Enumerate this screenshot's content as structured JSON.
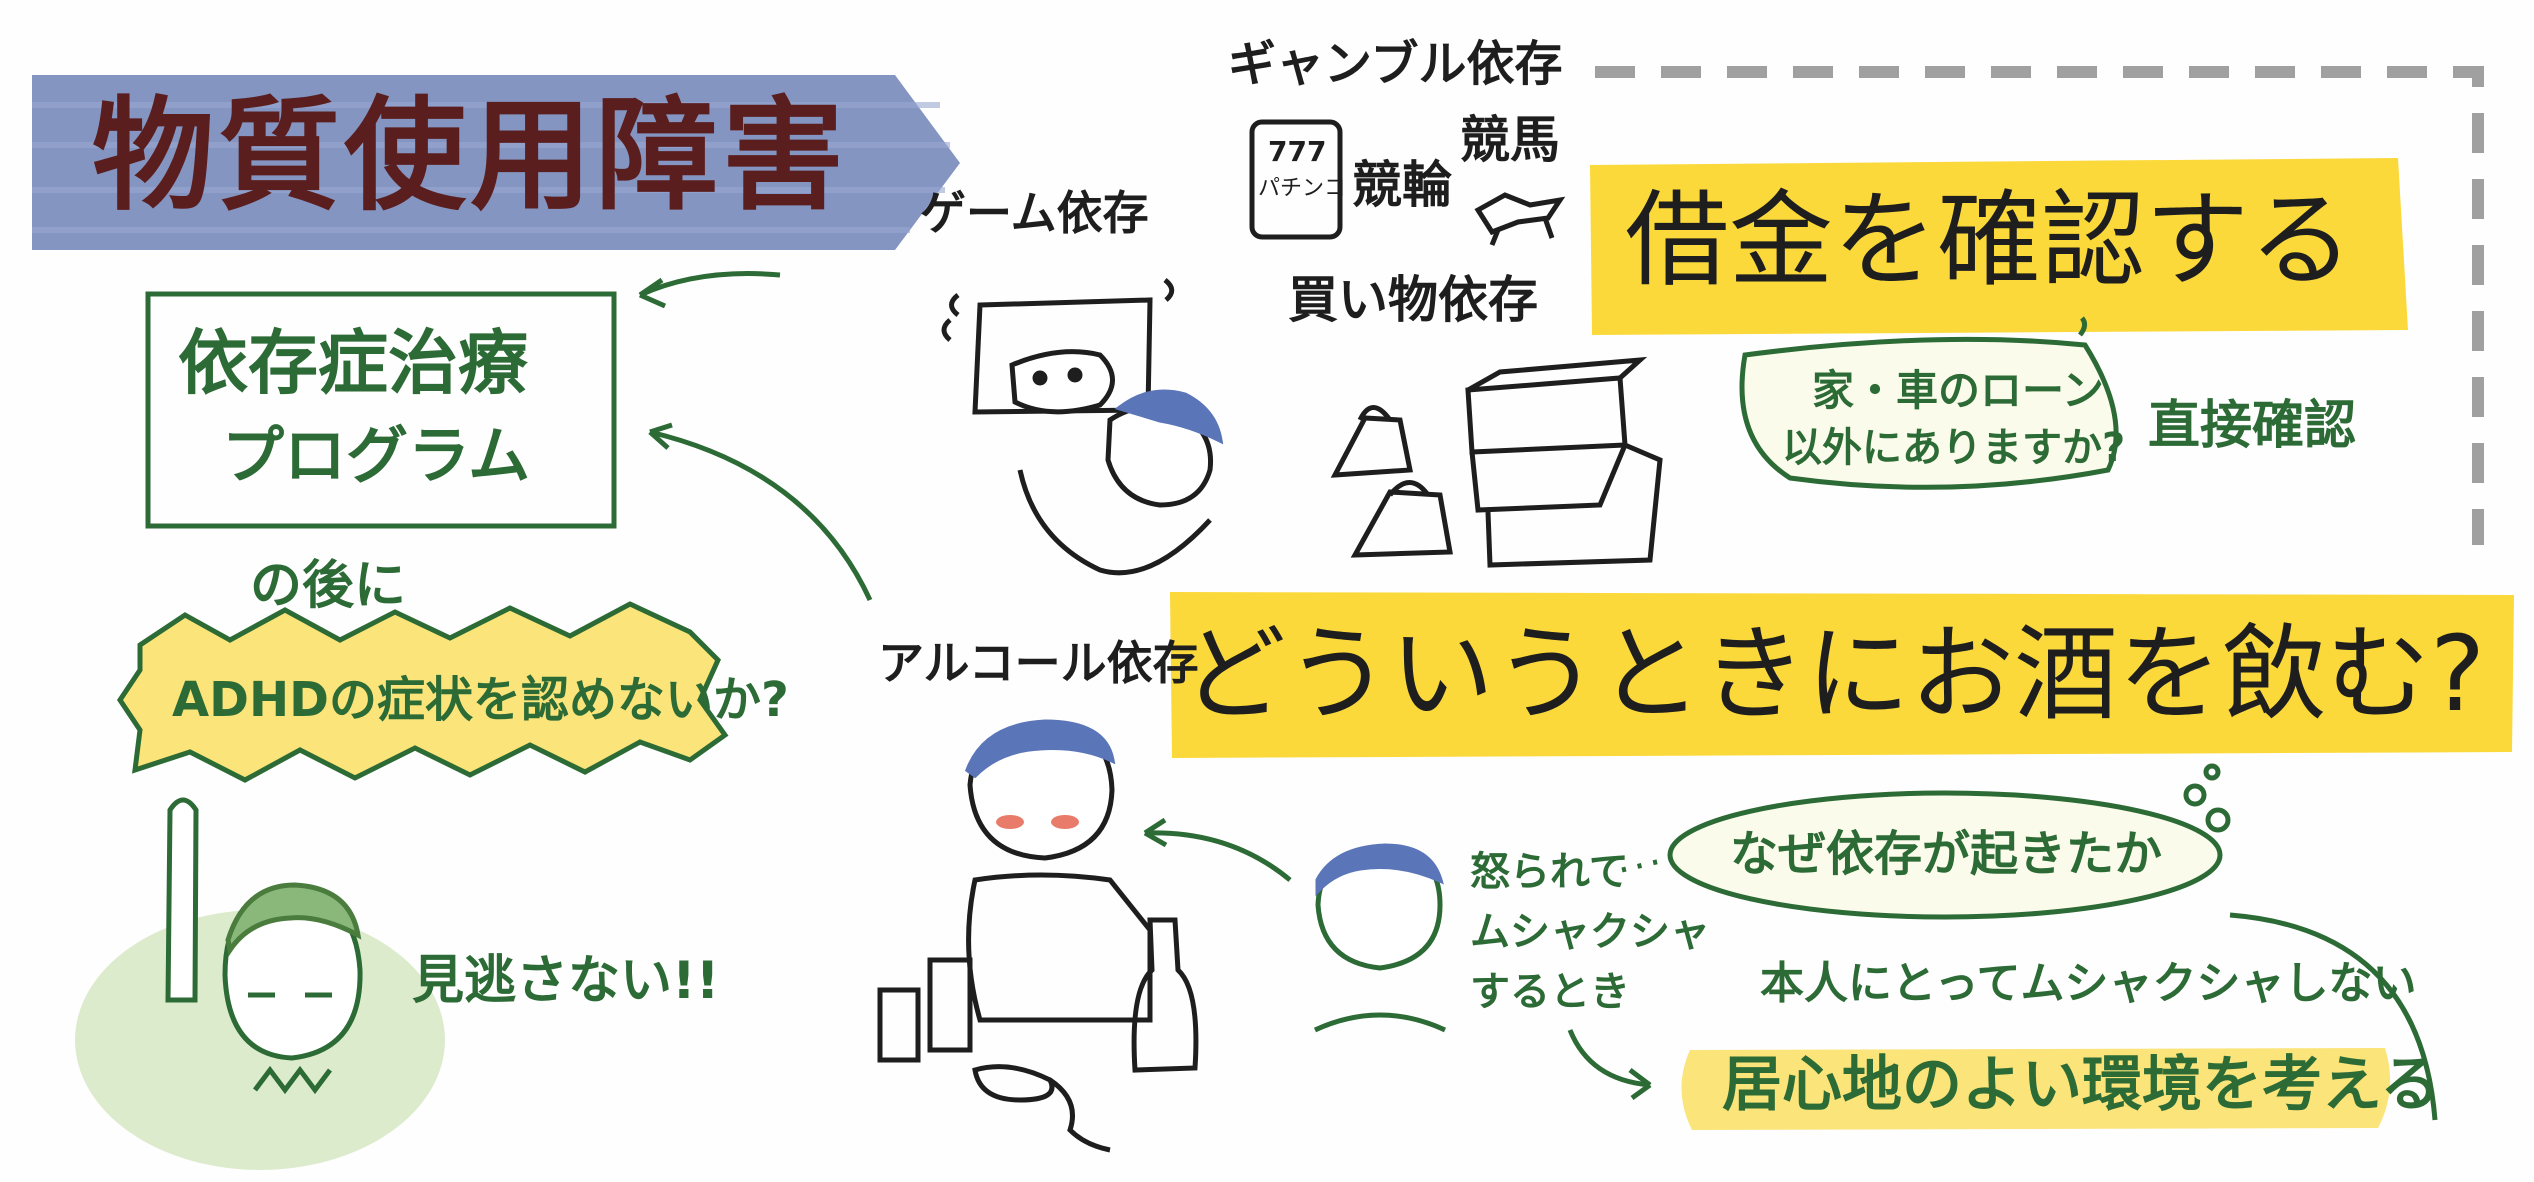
{
  "title": "物質使用障害",
  "dependencies": {
    "game": "ゲーム依存",
    "gambling": "ギャンブル依存",
    "shopping": "買い物依存",
    "alcohol": "アルコール依存",
    "pachinko_line1": "777",
    "pachinko_line2": "パチンコ",
    "keirin": "競輪",
    "keiba": "競馬"
  },
  "treatment": {
    "program_line1": "依存症治療",
    "program_line2": "プログラム",
    "after": "の後に",
    "adhd": "ADHDの症状を認めないか?",
    "dont_miss": "見逃さない!!"
  },
  "debt": {
    "headline": "借金を確認する",
    "question_line1": "家・車のローン",
    "question_line2": "以外にありますか?",
    "direct": "直接確認"
  },
  "alcohol_section": {
    "headline": "どういうときにお酒を飲む?",
    "why": "なぜ依存が起きたか",
    "angry_line1": "怒られて",
    "angry_line2": "ムシャクシャ",
    "angry_line3": "するとき",
    "not_frustrated": "本人にとってムシャクシャしない",
    "environment": "居心地のよい環境を考える"
  },
  "colors": {
    "ink_green": "#2c6b35",
    "highlight_yellow": "#fbd93b",
    "title_banner_blue": "#7d8fbe",
    "title_text": "#5b1e1e",
    "hair_blue": "#5a75b8",
    "light_green_wash": "#d7e8c4",
    "dashed_gray": "#a0a0a0",
    "blush": "#e35a45"
  }
}
